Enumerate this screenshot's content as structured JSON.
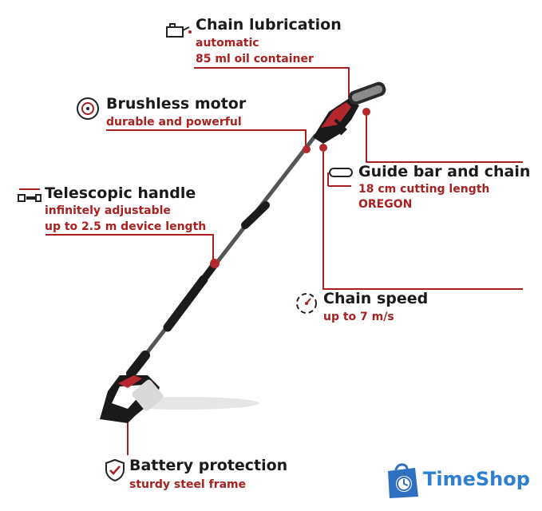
{
  "features": {
    "lubrication": {
      "title": "Chain lubrication",
      "line1": "automatic",
      "line2": "85 ml oil container",
      "icon": "oil-can-icon"
    },
    "motor": {
      "title": "Brushless motor",
      "line1": "durable and powerful",
      "icon": "motor-icon"
    },
    "guide": {
      "title": "Guide bar and chain",
      "line1": "18 cm cutting length",
      "line2": "OREGON",
      "icon": "chain-bar-icon"
    },
    "telescopic": {
      "title": "Telescopic handle",
      "line1": "infinitely adjustable",
      "line2": "up to 2.5 m device length",
      "icon": "telescopic-icon"
    },
    "speed": {
      "title": "Chain speed",
      "line1": "up to 7 m/s",
      "icon": "speedometer-icon"
    },
    "battery": {
      "title": "Battery protection",
      "line1": "sturdy steel frame",
      "icon": "shield-check-icon"
    }
  },
  "logo": {
    "text": "TimeShop",
    "icon": "shopping-bag-clock-icon"
  },
  "colors": {
    "accent": "#a8201f",
    "title": "#1a1a1a",
    "logo": "#2f7fcf"
  }
}
